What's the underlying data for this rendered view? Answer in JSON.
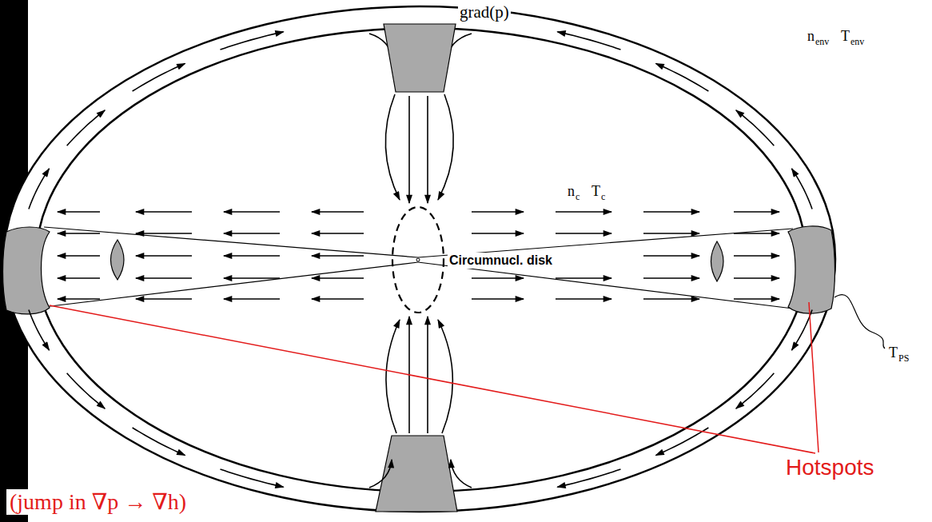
{
  "diagram": {
    "nodes": [
      {
        "text": [
          "grad(p)"
        ]
      },
      {
        "text": [
          "Circumnucl. disk"
        ]
      }
    ],
    "labels": [
      "n",
      "env",
      "T",
      "env",
      "n",
      "c",
      "T",
      "c",
      "T",
      "PS",
      "Hotspots",
      "(jump in ∇p → ∇h)"
    ]
  }
}
